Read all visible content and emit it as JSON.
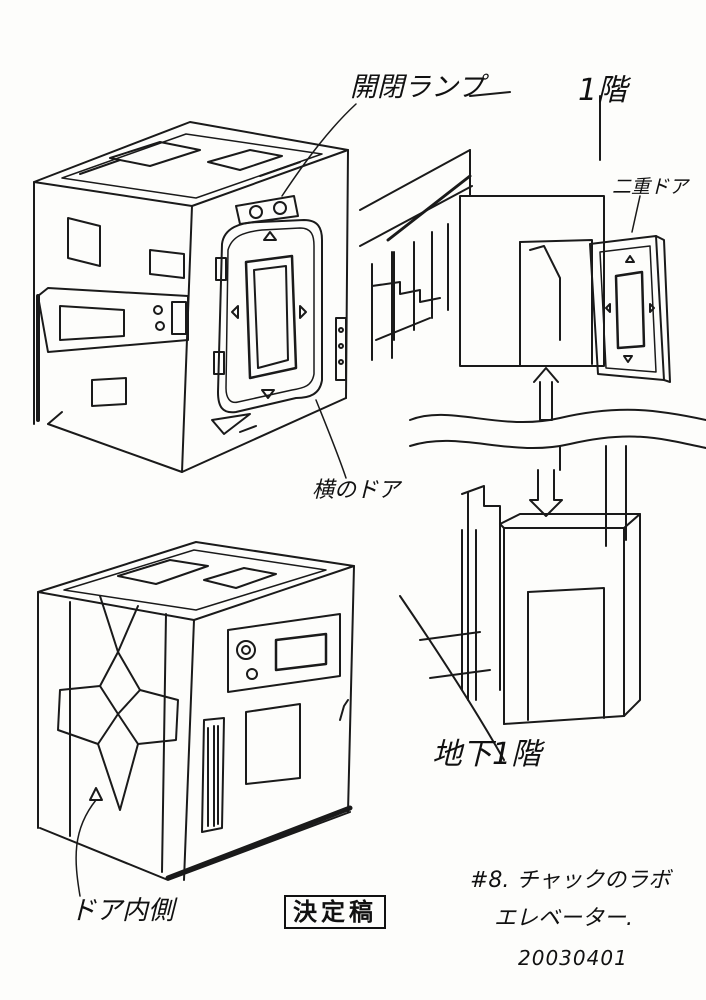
{
  "annotations": {
    "lamp": "開閉ランプ",
    "floor_1": "1階",
    "double_door": "二重ドア",
    "side_door": "横のドア",
    "basement_1": "地下1階",
    "door_inside": "ドア内側",
    "scene": "#8. チャックのラボ",
    "elevator": "エレベーター.",
    "date": "20030401"
  },
  "stamp": {
    "label": "決定稿"
  },
  "colors": {
    "paper": "#fdfdfb",
    "ink": "#111111"
  }
}
